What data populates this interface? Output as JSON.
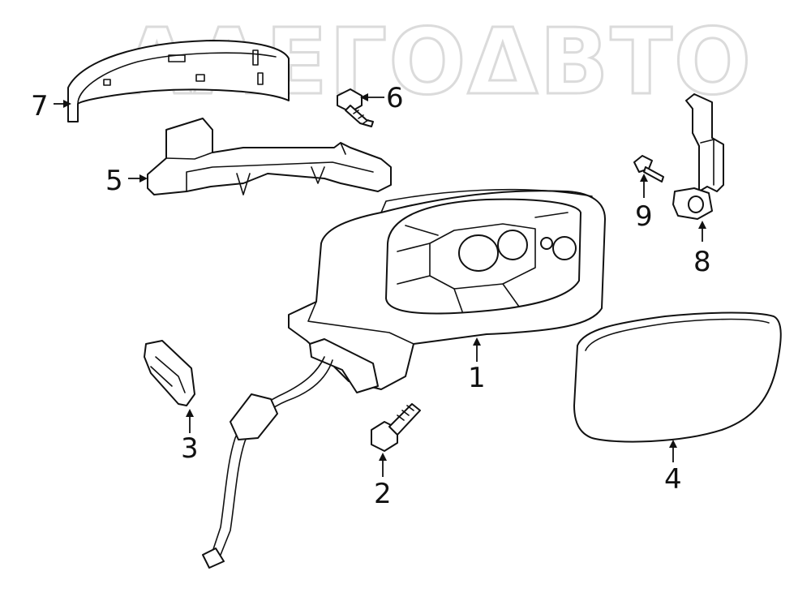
{
  "watermark": {
    "text": "ΛΛΕΓΟΔΒΤΟ"
  },
  "callouts": [
    {
      "id": "1",
      "label": "1"
    },
    {
      "id": "2",
      "label": "2"
    },
    {
      "id": "3",
      "label": "3"
    },
    {
      "id": "4",
      "label": "4"
    },
    {
      "id": "5",
      "label": "5"
    },
    {
      "id": "6",
      "label": "6"
    },
    {
      "id": "7",
      "label": "7"
    },
    {
      "id": "8",
      "label": "8"
    },
    {
      "id": "9",
      "label": "9"
    }
  ],
  "colors": {
    "line": "#111111",
    "background": "#ffffff",
    "watermark": "#cfcfcf"
  }
}
